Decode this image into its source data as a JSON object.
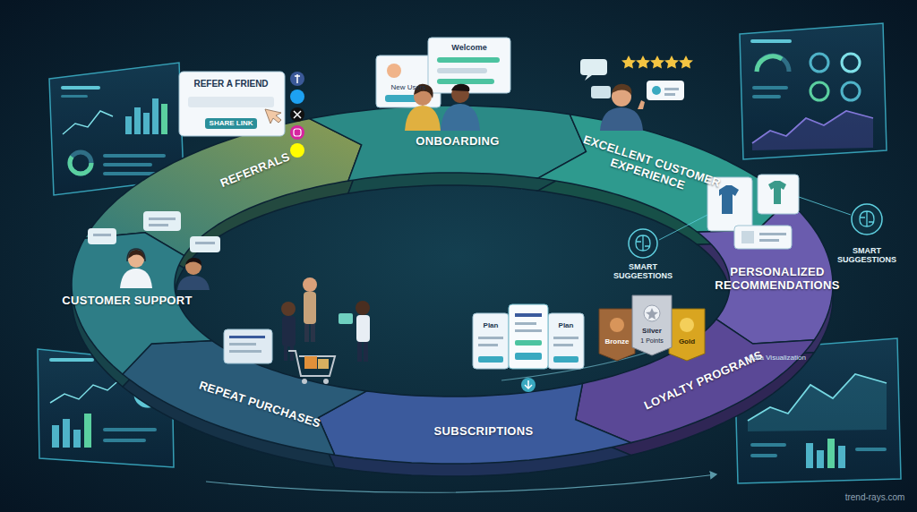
{
  "diagram": {
    "nodes": [
      {
        "text": [
          "REFERRALS"
        ]
      },
      {
        "text": [
          "ONBOARDING"
        ]
      },
      {
        "text": [
          "EXCELLENT CUSTOMER EXPERIENCE"
        ]
      },
      {
        "text": [
          "PERSONALIZED RECOMMENDATIONS"
        ]
      },
      {
        "text": [
          "LOYALTY PROGRAMS"
        ]
      },
      {
        "text": [
          "SUBSCRIPTIONS"
        ]
      },
      {
        "text": [
          "REPEAT PURCHASES"
        ]
      },
      {
        "text": [
          "CUSTOMER SUPPORT"
        ]
      }
    ],
    "labels": [
      "REFER A FRIEND",
      "SHARE LINK",
      "New Users",
      "Welcome",
      "SMART SUGGESTIONS",
      "SMART SUGGESTIONS",
      "Bronze",
      "Silver",
      "1 Points",
      "Gold",
      "Plan",
      "Plan",
      "Data Visualization",
      "trend-rays.com"
    ]
  }
}
